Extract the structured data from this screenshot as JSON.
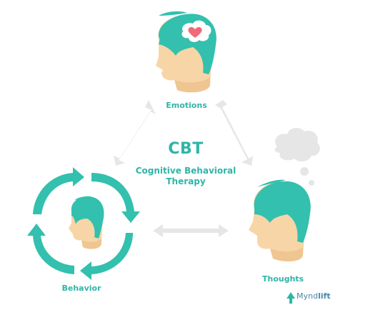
{
  "diagram": {
    "center": {
      "title": "CBT",
      "subtitle_line1": "Cognitive Behavioral",
      "subtitle_line2": "Therapy"
    },
    "nodes": [
      {
        "id": "emotions",
        "label": "Emotions"
      },
      {
        "id": "thoughts",
        "label": "Thoughts"
      },
      {
        "id": "behavior",
        "label": "Behavior"
      }
    ],
    "connections": [
      {
        "from": "emotions",
        "to": "behavior",
        "direction": "bidirectional"
      },
      {
        "from": "emotions",
        "to": "thoughts",
        "direction": "bidirectional"
      },
      {
        "from": "behavior",
        "to": "thoughts",
        "direction": "bidirectional"
      }
    ]
  },
  "brand": {
    "name_regular": "Mynd",
    "name_bold": "lift"
  },
  "colors": {
    "accent": "#2fb5a8",
    "skin": "#f7d5a6",
    "skin_shadow": "#efc592",
    "hair": "#33c0ae",
    "arrow_gray": "#e6e6e6",
    "heart": "#f06a7a",
    "thought_cloud": "#e6e6e6"
  }
}
